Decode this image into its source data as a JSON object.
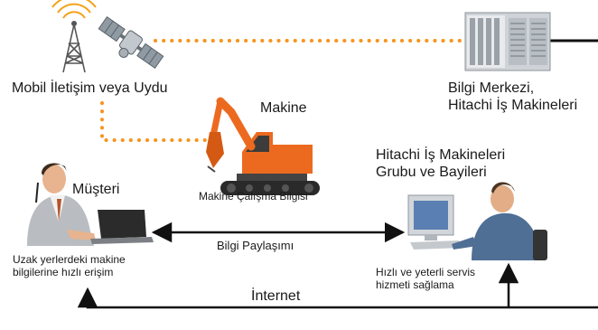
{
  "nodes": {
    "mobile": {
      "label": "Mobil İletişim veya Uydu"
    },
    "center": {
      "line1": "Bilgi Merkezi,",
      "line2": "Hitachi İş Makineleri"
    },
    "machine": {
      "title": "Makine",
      "caption": "Makine Çalışma Bilgisi"
    },
    "group": {
      "line1": "Hitachi İş Makineleri",
      "line2": "Grubu ve Bayileri"
    },
    "customer": {
      "title": "Müşteri",
      "desc1": "Uzak yerlerdeki makine",
      "desc2": "bilgilerine hızlı erişim"
    },
    "service": {
      "line1": "Hızlı ve yeterli servis",
      "line2": "hizmeti sağlama"
    }
  },
  "links": {
    "info_sharing": "Bilgi Paylaşımı",
    "internet": "İnternet"
  },
  "colors": {
    "dotted_link": "#f7941d",
    "excavator": "#ec6a1f",
    "line": "#111111"
  },
  "icons": [
    "antenna-tower-icon",
    "satellite-icon",
    "server-rack-icon",
    "excavator-icon",
    "customer-laptop-icon",
    "office-worker-computer-icon"
  ]
}
